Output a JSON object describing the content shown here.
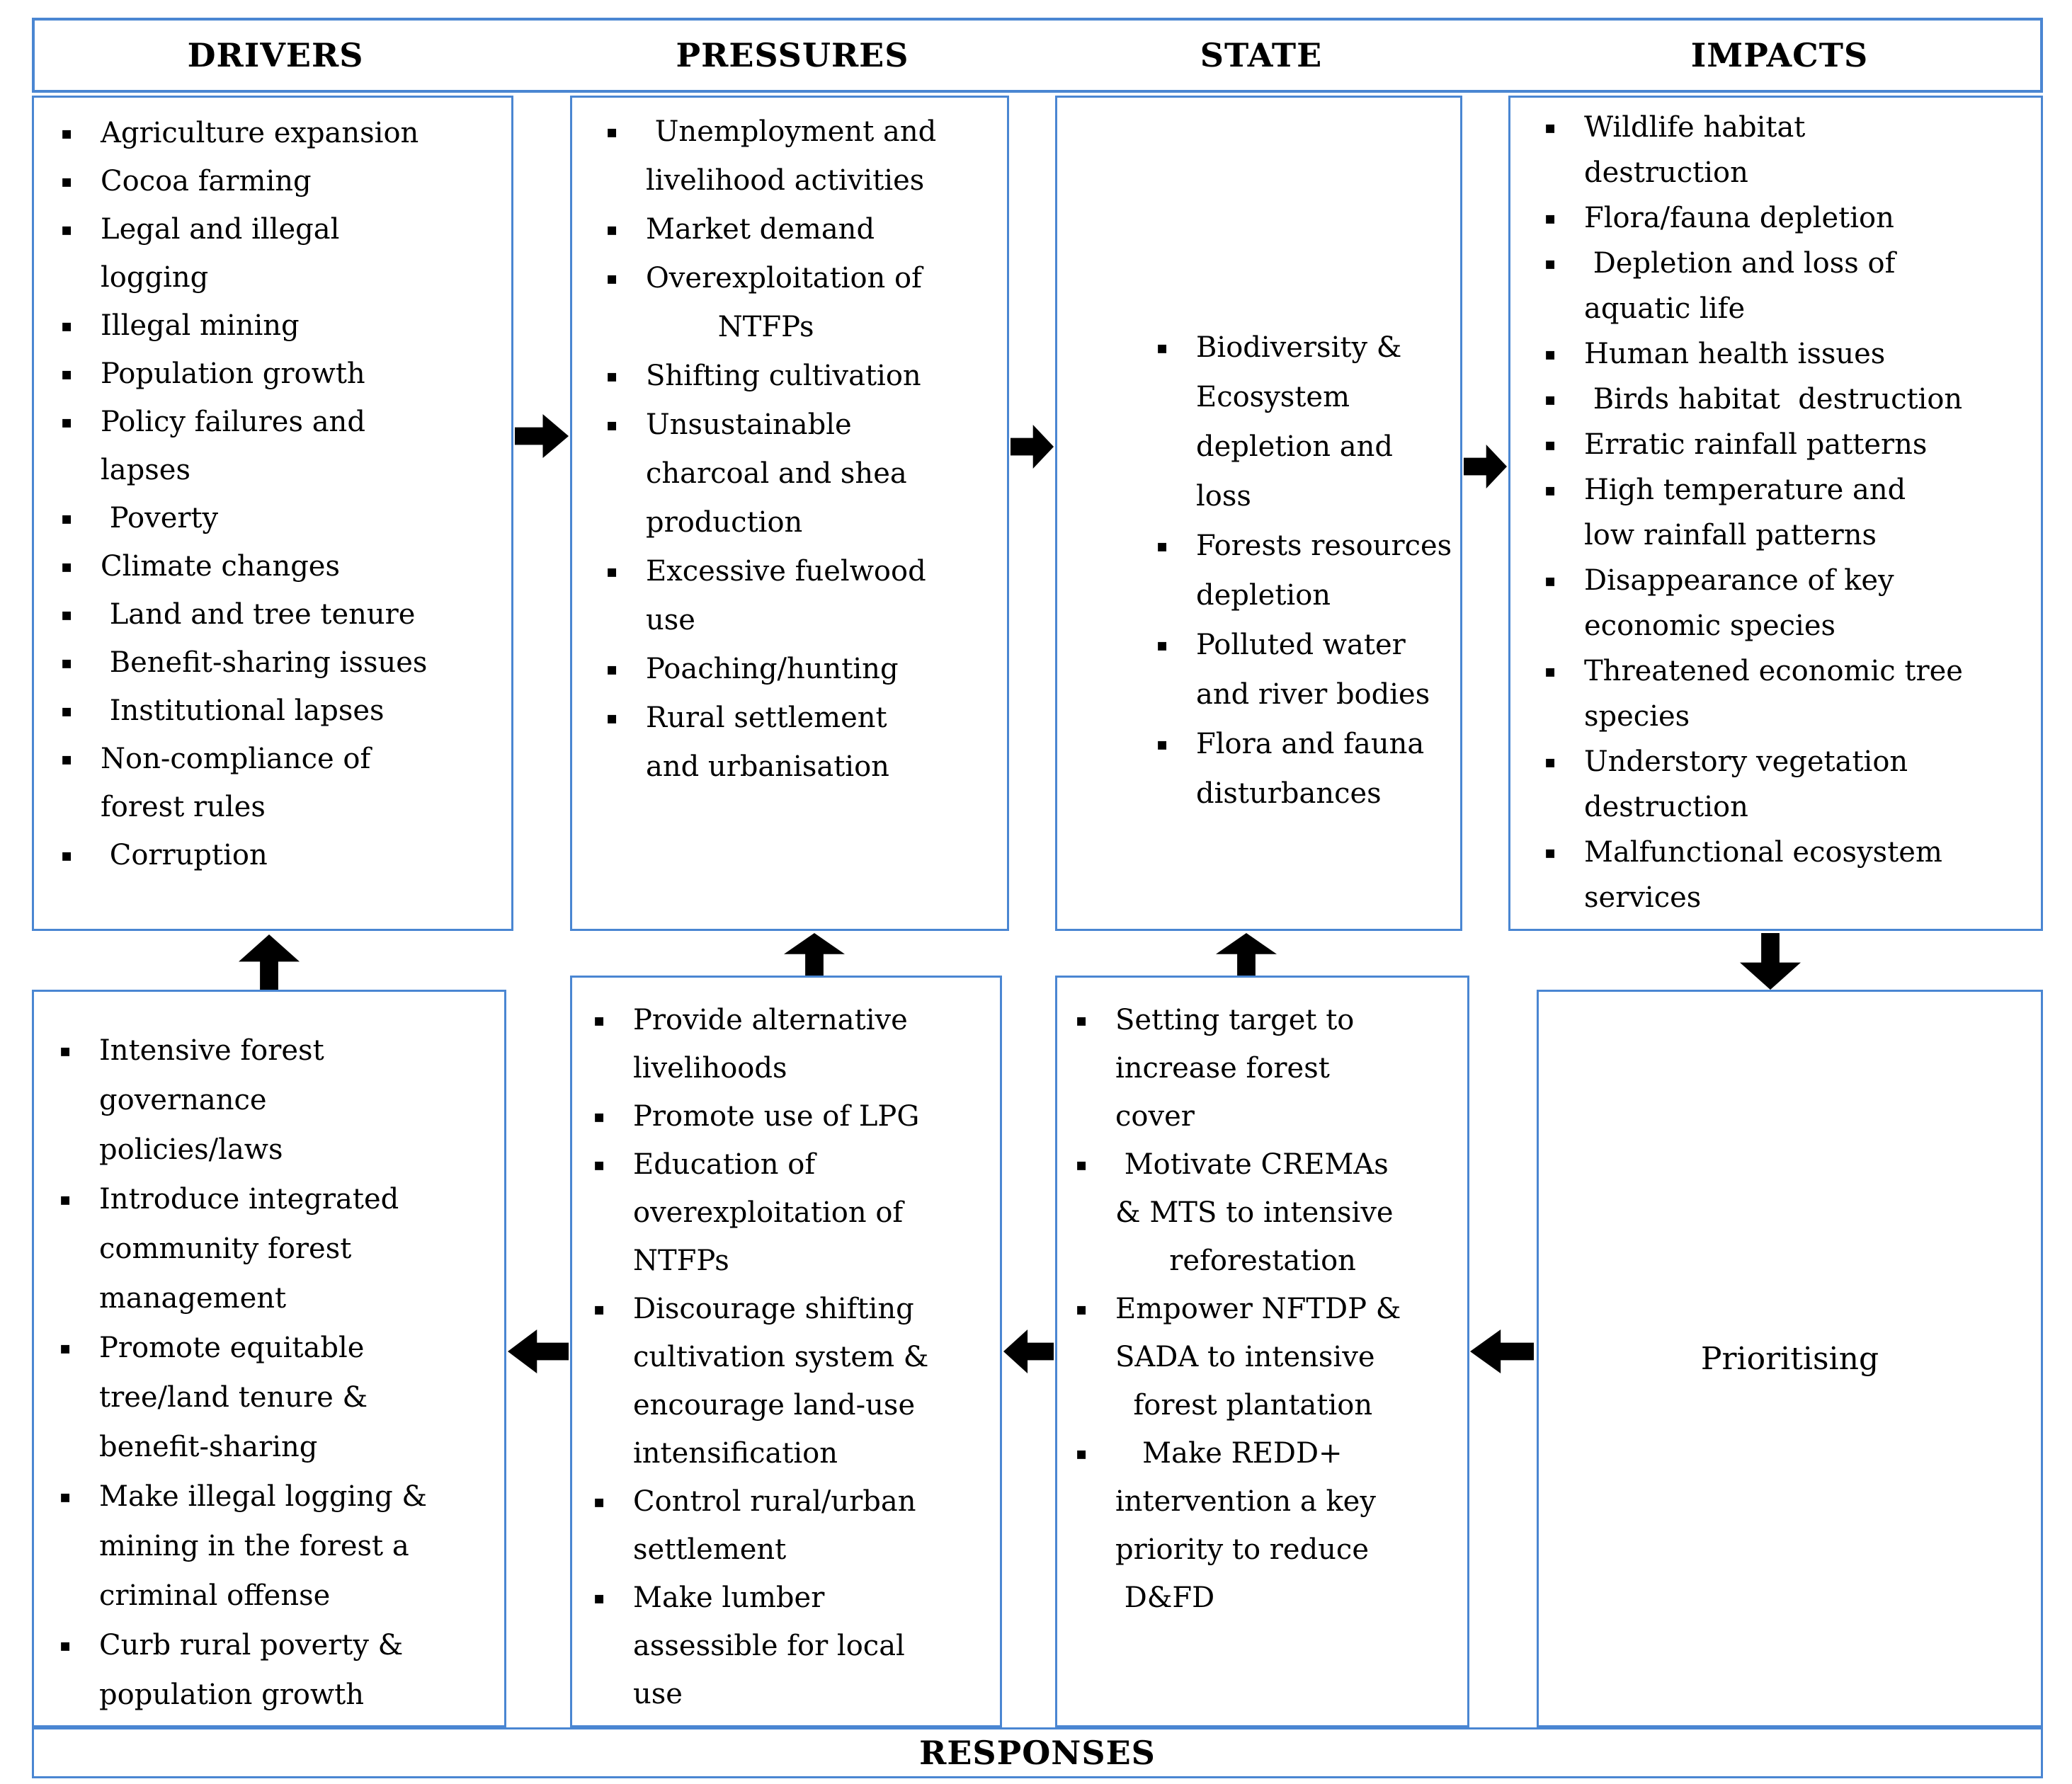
{
  "colors": {
    "box_border": "#4a86d2",
    "arrow": "#000000",
    "text": "#000000",
    "background": "#ffffff"
  },
  "top_boxes": [
    {
      "title": "DRIVERS",
      "items": [
        "Agriculture expansion",
        "Cocoa farming",
        "Legal and illegal\nlogging",
        "Illegal mining",
        "Population growth",
        "Policy failures and\nlapses",
        " Poverty",
        "Climate changes",
        " Land and tree tenure",
        " Benefit-sharing issues",
        " Institutional lapses",
        "Non-compliance of\nforest rules",
        " Corruption"
      ]
    },
    {
      "title": "PRESSURES",
      "items": [
        " Unemployment and\nlivelihood activities",
        "Market demand",
        "Overexploitation of\n        NTFPs",
        "Shifting cultivation",
        "Unsustainable\ncharcoal and shea\nproduction",
        "Excessive fuelwood\nuse",
        "Poaching/hunting",
        "Rural settlement\nand urbanisation"
      ]
    },
    {
      "title": "STATE",
      "items": [
        "Biodiversity &\nEcosystem\ndepletion and loss",
        "Forests resources\ndepletion",
        "Polluted water\nand river bodies",
        "Flora and fauna\ndisturbances"
      ]
    },
    {
      "title": "IMPACTS",
      "items": [
        "Wildlife habitat\ndestruction",
        "Flora/fauna depletion",
        " Depletion and loss of\naquatic life",
        "Human health issues",
        " Birds habitat  destruction",
        "Erratic rainfall patterns",
        "High temperature and\nlow rainfall patterns",
        "Disappearance of key\neconomic species",
        "Threatened economic tree\nspecies",
        "Understory vegetation\ndestruction",
        "Malfunctional ecosystem\nservices"
      ]
    }
  ],
  "response_boxes": [
    {
      "items": [
        "Intensive forest\ngovernance\npolicies/laws",
        "Introduce integrated\ncommunity forest\nmanagement",
        "Promote equitable\ntree/land tenure &\nbenefit-sharing",
        "Make illegal logging &\nmining in the forest a\ncriminal offense",
        "Curb rural poverty &\npopulation growth"
      ]
    },
    {
      "items": [
        "Provide alternative\nlivelihoods",
        "Promote use of LPG",
        "Education of\noverexploitation of\nNTFPs",
        "Discourage shifting\ncultivation system &\nencourage land-use\nintensification",
        "Control rural/urban\nsettlement",
        "Make lumber\nassessible for local\nuse"
      ]
    },
    {
      "items": [
        "Setting target to\nincrease forest\ncover",
        " Motivate CREMAs\n& MTS to intensive\n      reforestation",
        "Empower NFTDP &\nSADA to intensive\n  forest plantation",
        "   Make REDD+\nintervention a key\npriority to reduce\n D&FD"
      ]
    },
    {
      "label": "Prioritising"
    }
  ],
  "footer": {
    "label": "RESPONSES"
  }
}
